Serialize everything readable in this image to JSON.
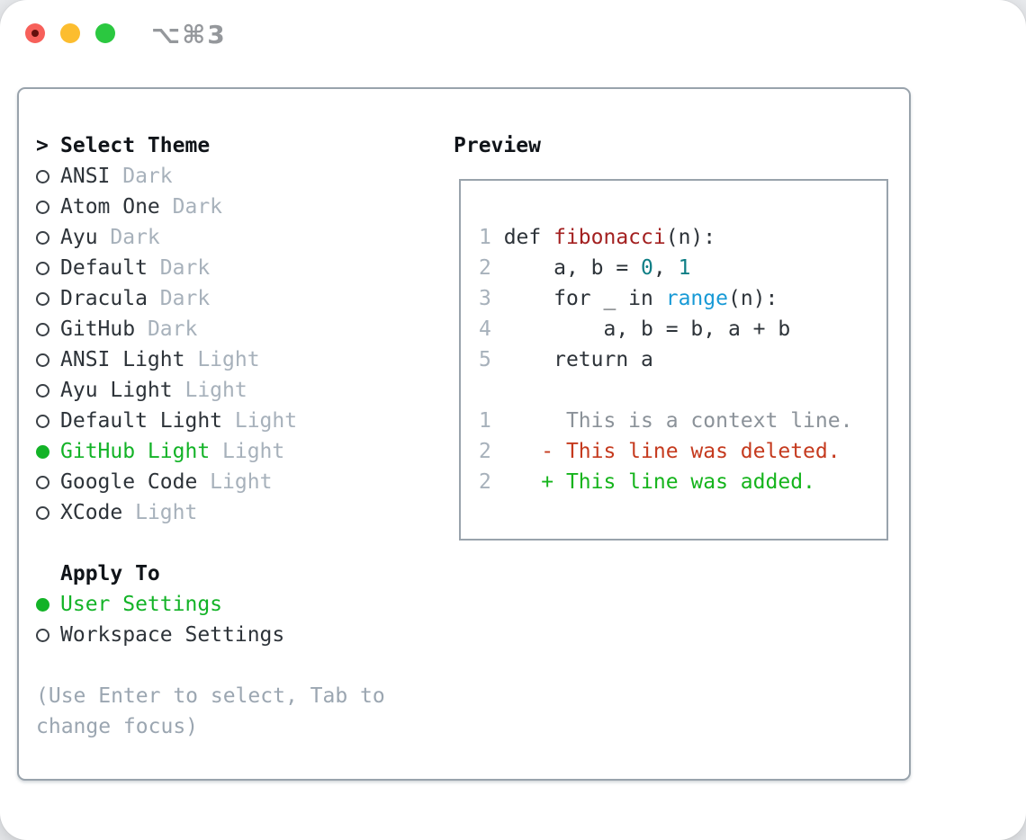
{
  "window": {
    "shortcut_title": "⌥⌘3",
    "traffic_lights": [
      "close",
      "minimize",
      "zoom"
    ]
  },
  "theme_panel": {
    "header": {
      "marker": ">",
      "label": "Select Theme"
    },
    "themes": [
      {
        "name": "ANSI",
        "variant": "Dark",
        "selected": false
      },
      {
        "name": "Atom One",
        "variant": "Dark",
        "selected": false
      },
      {
        "name": "Ayu",
        "variant": "Dark",
        "selected": false
      },
      {
        "name": "Default",
        "variant": "Dark",
        "selected": false
      },
      {
        "name": "Dracula",
        "variant": "Dark",
        "selected": false
      },
      {
        "name": "GitHub",
        "variant": "Dark",
        "selected": false
      },
      {
        "name": "ANSI Light",
        "variant": "Light",
        "selected": false
      },
      {
        "name": "Ayu Light",
        "variant": "Light",
        "selected": false
      },
      {
        "name": "Default Light",
        "variant": "Light",
        "selected": false
      },
      {
        "name": "GitHub Light",
        "variant": "Light",
        "selected": true
      },
      {
        "name": "Google Code",
        "variant": "Light",
        "selected": false
      },
      {
        "name": "XCode",
        "variant": "Light",
        "selected": false
      }
    ],
    "apply_to": {
      "label": "Apply To",
      "options": [
        {
          "name": "User Settings",
          "selected": true
        },
        {
          "name": "Workspace Settings",
          "selected": false
        }
      ]
    },
    "hint": "(Use Enter to select, Tab to change focus)"
  },
  "preview": {
    "label": "Preview",
    "code_lines": [
      {
        "no": "1",
        "segments": [
          {
            "text": "def ",
            "style": "code"
          },
          {
            "text": "fibonacci",
            "style": "function"
          },
          {
            "text": "(n):",
            "style": "code"
          }
        ]
      },
      {
        "no": "2",
        "segments": [
          {
            "text": "    a, b = ",
            "style": "code"
          },
          {
            "text": "0",
            "style": "number"
          },
          {
            "text": ", ",
            "style": "code"
          },
          {
            "text": "1",
            "style": "number"
          }
        ]
      },
      {
        "no": "3",
        "segments": [
          {
            "text": "    for _ in ",
            "style": "code"
          },
          {
            "text": "range",
            "style": "builtin"
          },
          {
            "text": "(n):",
            "style": "code"
          }
        ]
      },
      {
        "no": "4",
        "segments": [
          {
            "text": "        a, b = b, a + b",
            "style": "code"
          }
        ]
      },
      {
        "no": "5",
        "segments": [
          {
            "text": "    return a",
            "style": "code"
          }
        ]
      }
    ],
    "diff_lines": [
      {
        "no": "1",
        "segments": [
          {
            "text": "     This is a context line.",
            "style": "context"
          }
        ]
      },
      {
        "no": "2",
        "segments": [
          {
            "text": "   - This line was deleted.",
            "style": "deleted"
          }
        ]
      },
      {
        "no": "2",
        "segments": [
          {
            "text": "   + This line was added.",
            "style": "added"
          }
        ]
      }
    ]
  },
  "colors": {
    "accent_green": "#13b327",
    "border_gray": "#99a3ac",
    "text_dark": "#2d3339",
    "text_muted": "#a7b1bb",
    "hint_gray": "#9ba6b1",
    "function_red": "#a32020",
    "number_teal": "#0e7e85",
    "builtin_blue": "#189ad6",
    "diff_deleted_red": "#c53a1e",
    "diff_added_green": "#15b41c",
    "diff_context_gray": "#8b9299",
    "traffic_red": "#f7605a",
    "traffic_yellow": "#fcbd2f",
    "traffic_green": "#2bc840"
  }
}
